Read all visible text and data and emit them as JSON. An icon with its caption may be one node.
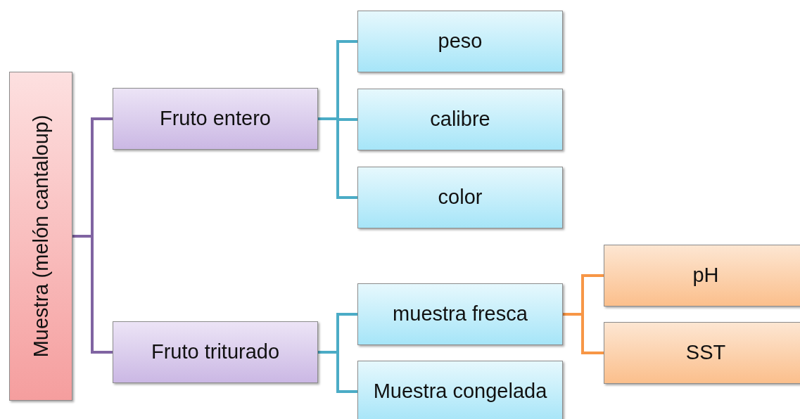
{
  "diagram": {
    "nodes": [
      {
        "text": [
          "Muestra (melón cantaloup)"
        ]
      },
      {
        "text": [
          "Fruto entero"
        ]
      },
      {
        "text": [
          "Fruto triturado"
        ]
      },
      {
        "text": [
          "peso"
        ]
      },
      {
        "text": [
          "calibre"
        ]
      },
      {
        "text": [
          "color"
        ]
      },
      {
        "text": [
          "muestra fresca"
        ]
      },
      {
        "text": [
          "Muestra congelada"
        ]
      },
      {
        "text": [
          "pH"
        ]
      },
      {
        "text": [
          "SST"
        ]
      }
    ],
    "edges": [
      {
        "from": 0,
        "to": 1,
        "arrow": "none",
        "color": "#8064a2"
      },
      {
        "from": 0,
        "to": 2,
        "arrow": "none",
        "color": "#8064a2"
      },
      {
        "from": 1,
        "to": 3,
        "arrow": "none"
      },
      {
        "from": 1,
        "to": 4,
        "arrow": "none"
      },
      {
        "from": 1,
        "to": 5,
        "arrow": "none"
      },
      {
        "from": 2,
        "to": 6,
        "arrow": "none"
      },
      {
        "from": 2,
        "to": 7,
        "arrow": "none"
      },
      {
        "from": 6,
        "to": 8,
        "arrow": "none",
        "color": "#f79646"
      },
      {
        "from": 6,
        "to": 9,
        "arrow": "none",
        "color": "#f79646"
      }
    ]
  }
}
